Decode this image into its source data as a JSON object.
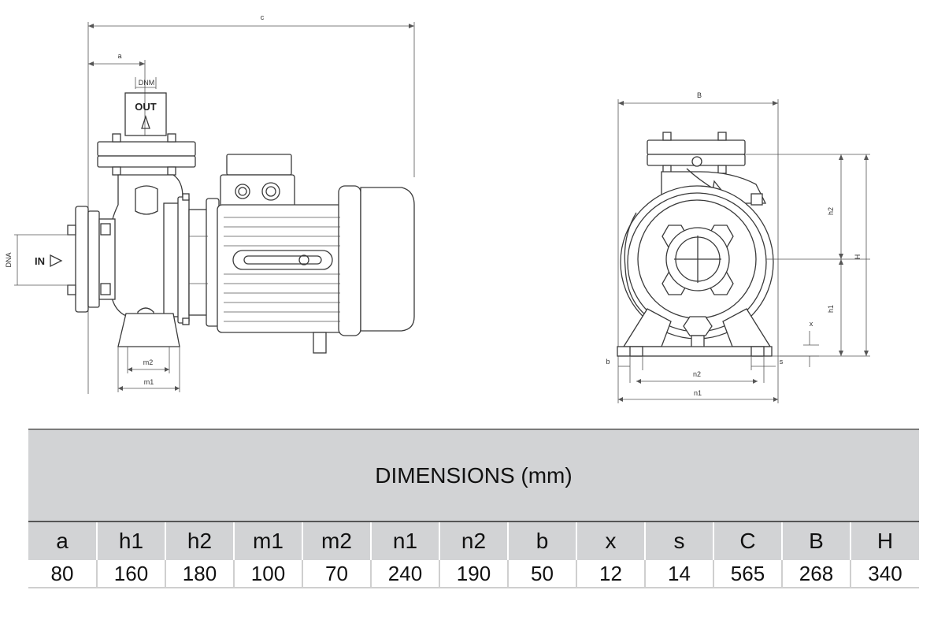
{
  "side_view": {
    "dim_labels": {
      "C": "c",
      "a": "a",
      "DNM": "DNM",
      "DNA": "DNA",
      "m2": "m2",
      "m1": "m1"
    },
    "outlet_label": "OUT",
    "inlet_label": "IN"
  },
  "front_view": {
    "dim_labels": {
      "B": "B",
      "h2": "h2",
      "H": "H",
      "h1": "h1",
      "x": "x",
      "b": "b",
      "s": "s",
      "n2": "n2",
      "n1": "n1"
    }
  },
  "table": {
    "title": "DIMENSIONS (mm)",
    "headers": [
      "a",
      "h1",
      "h2",
      "m1",
      "m2",
      "n1",
      "n2",
      "b",
      "x",
      "s",
      "C",
      "B",
      "H"
    ],
    "values": [
      "80",
      "160",
      "180",
      "100",
      "70",
      "240",
      "190",
      "50",
      "12",
      "14",
      "565",
      "268",
      "340"
    ]
  }
}
